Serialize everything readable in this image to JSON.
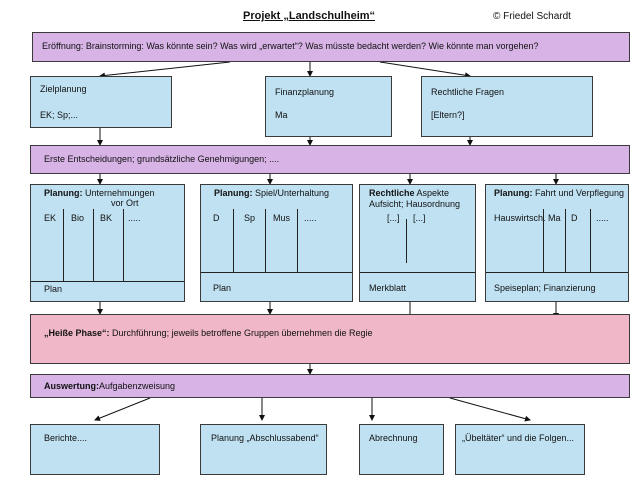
{
  "header": {
    "title": "Projekt „Landschulheim“",
    "author": "© Friedel Schardt"
  },
  "top_box": {
    "text": "Eröffnung: Brainstorming: Was könnte sein? Was wird „erwartet“? Was müsste bedacht werden? Wie könnte man vorgehen?"
  },
  "row1": [
    {
      "title": "Zielplanung",
      "sub": "EK; Sp;..."
    },
    {
      "title": "Finanzplanung",
      "sub": "Ma"
    },
    {
      "title": "Rechtliche Fragen",
      "sub": "[Eltern?]"
    }
  ],
  "decisions": {
    "text": "Erste Entscheidungen;  grundsätzliche Genehmigungen; ...."
  },
  "planning": [
    {
      "bold": "Planung:",
      "rest": " Unternehmungen",
      "line2": "vor Ort",
      "cols": [
        "EK",
        "Bio",
        "BK",
        "....."
      ],
      "footer": "Plan"
    },
    {
      "bold": "Planung:",
      "rest": " Spiel/Unterhaltung",
      "cols": [
        "D",
        "Sp",
        "Mus",
        "....."
      ],
      "footer": "Plan"
    },
    {
      "bold": "Rechtliche",
      "rest": " Aspekte",
      "line2": "Aufsicht; Hausordnung",
      "cols": [
        "[...]",
        "[...]"
      ],
      "footer": "Merkblatt"
    },
    {
      "bold": "Planung:",
      "rest": " Fahrt und Verpflegung",
      "cols": [
        "Hauswirtsch.",
        "Ma",
        "D",
        "....."
      ],
      "footer": "Speiseplan; Finanzierung"
    }
  ],
  "hot_phase": {
    "bold": "„Heiße Phase“:",
    "rest": " Durchführung; jeweils betroffene Gruppen übernehmen die Regie"
  },
  "evaluation": {
    "bold": "Auswertung:",
    "rest": "Aufgabenzweisung"
  },
  "outcomes": [
    "Berichte....",
    "Planung „Abschlussabend“",
    "Abrechnung",
    "„Übeltäter“ und die Folgen..."
  ],
  "colors": {
    "lilac": "#d7b3e6",
    "blue": "#bfe1f2",
    "pink": "#efb7c7"
  }
}
